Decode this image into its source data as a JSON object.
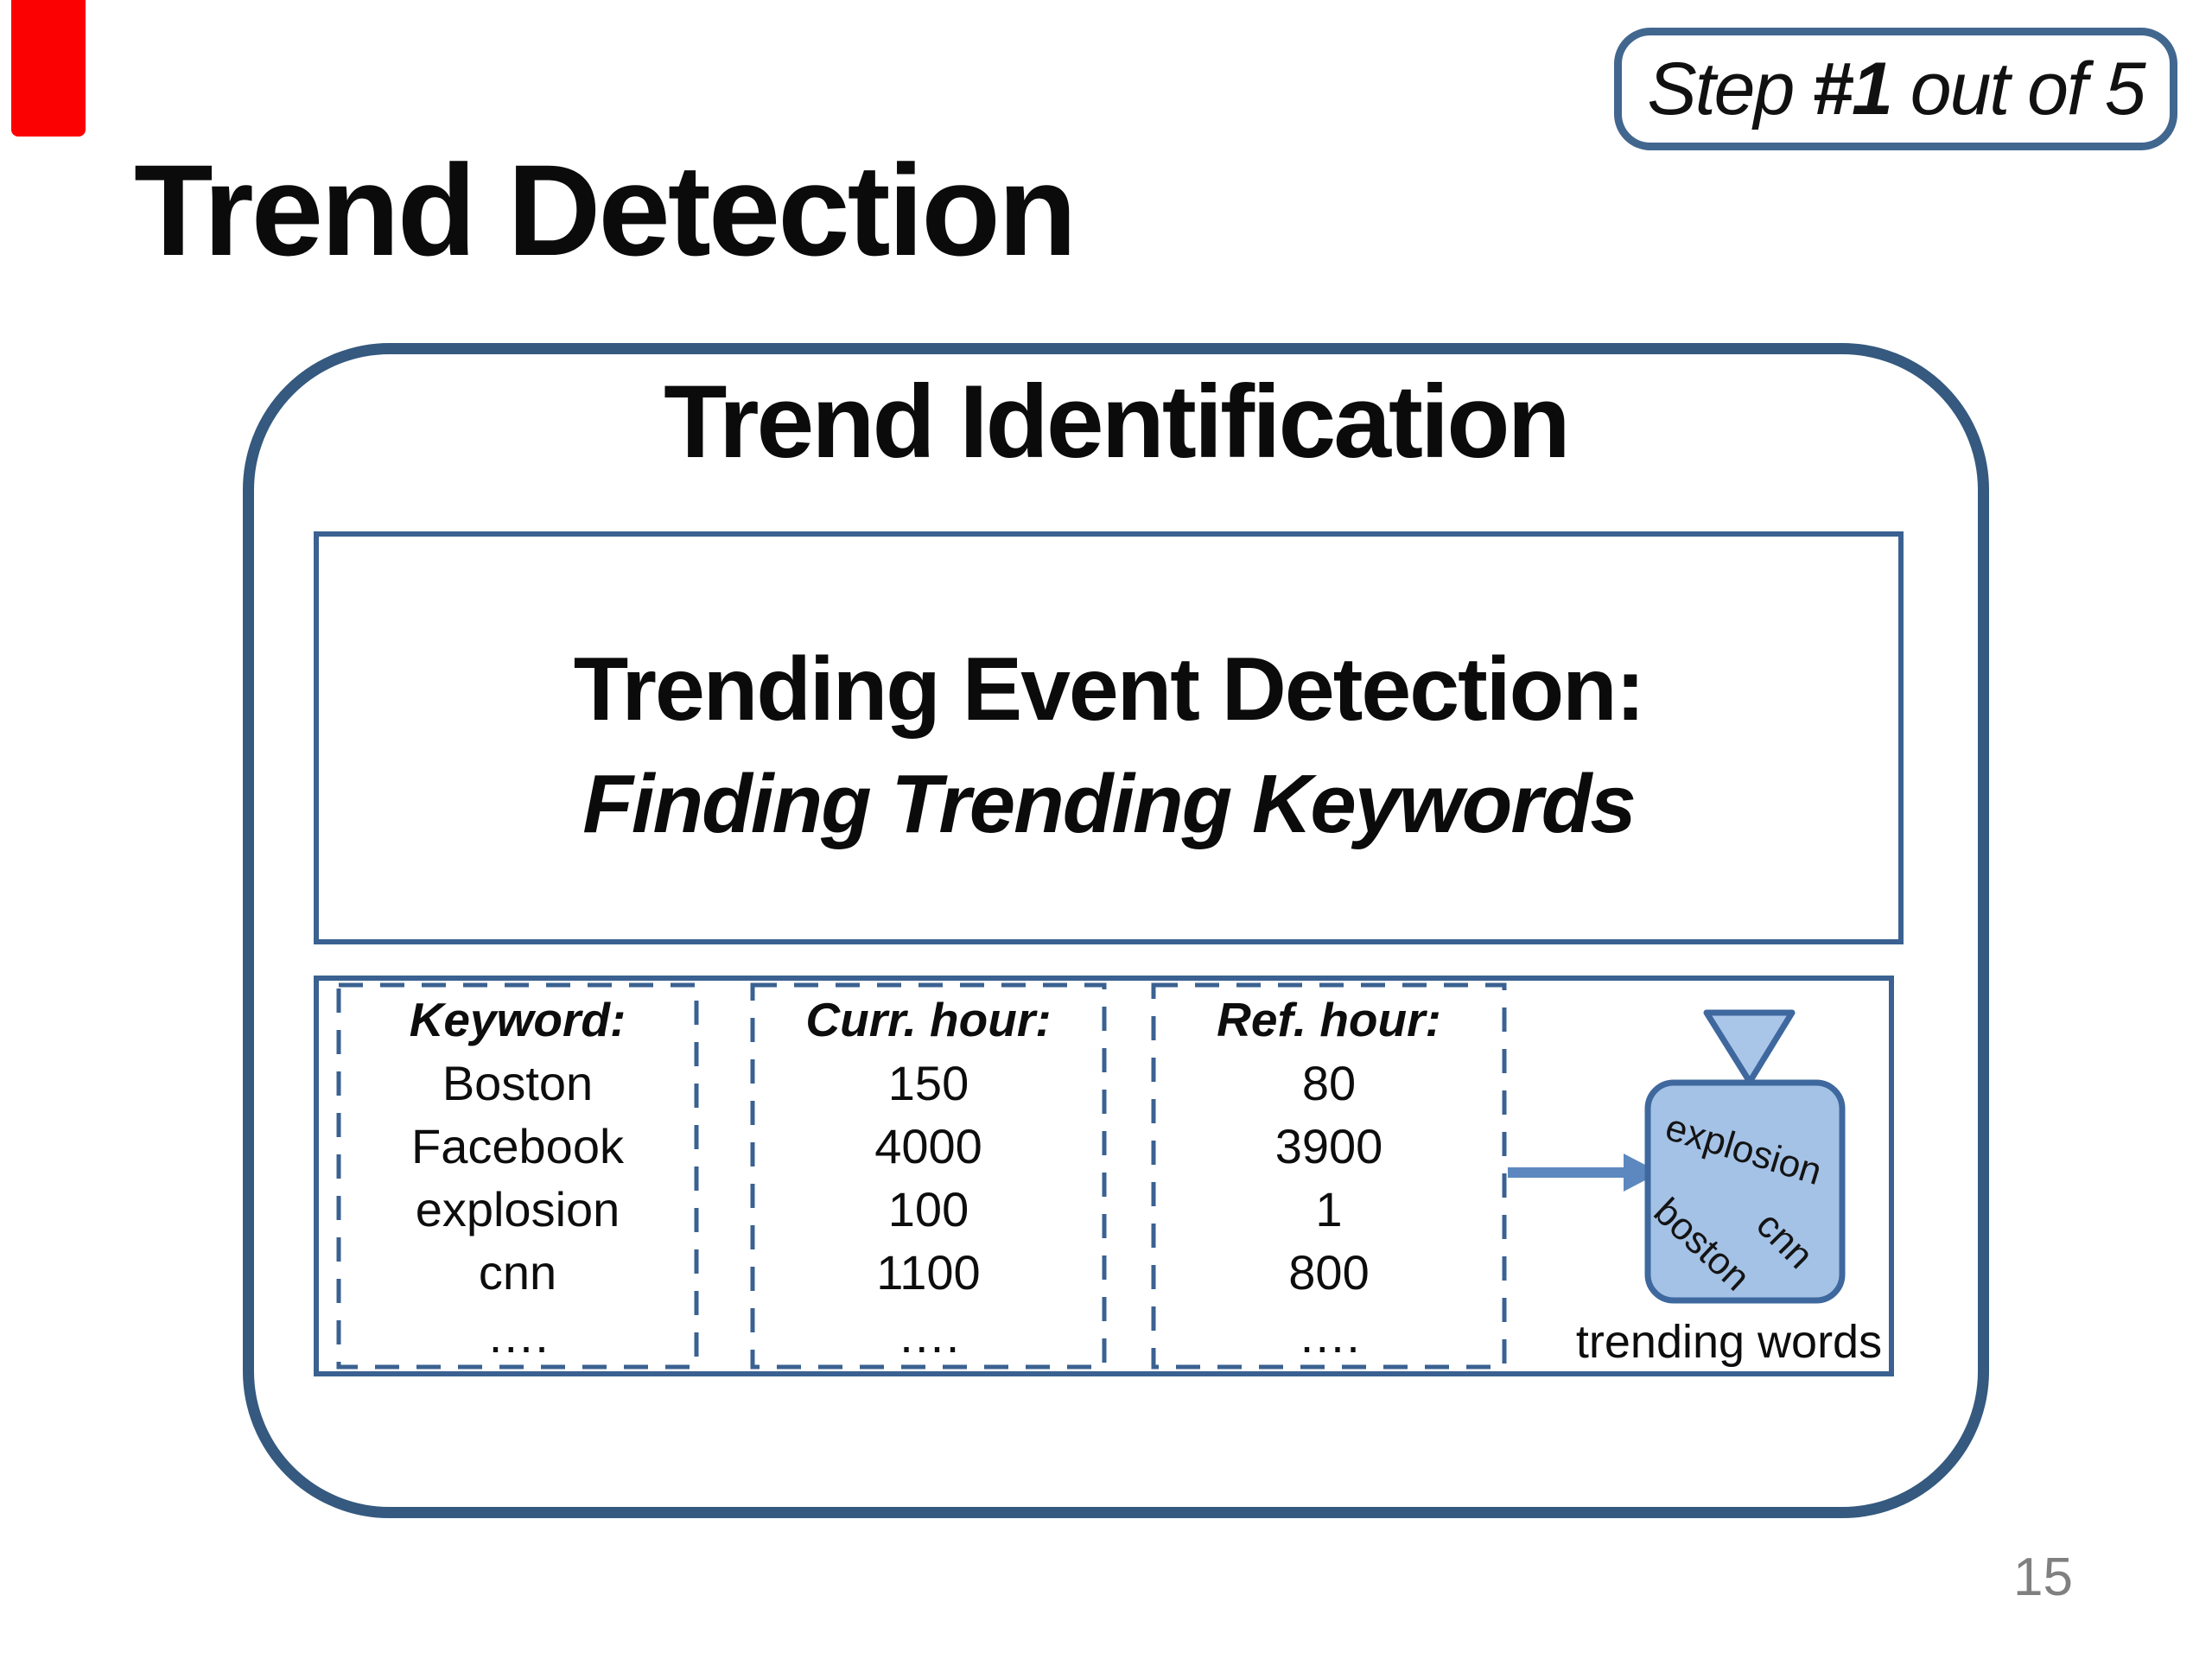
{
  "slide": {
    "title": "Trend Detection",
    "page_number": "15",
    "step_badge": {
      "prefix": "Step ",
      "number": "#1",
      "suffix": " out of 5"
    }
  },
  "container": {
    "heading": "Trend Identification",
    "detection_box": {
      "line1": "Trending Event Detection:",
      "line2": "Finding Trending Keywords"
    }
  },
  "table": {
    "columns": [
      {
        "header": "Keyword:",
        "values": [
          "Boston",
          "Facebook",
          "explosion",
          "cnn",
          "…."
        ]
      },
      {
        "header": "Curr. hour:",
        "values": [
          "150",
          "4000",
          "100",
          "1100",
          "…."
        ]
      },
      {
        "header": "Ref. hour:",
        "values": [
          "80",
          "3900",
          "1",
          "800",
          "…."
        ]
      }
    ],
    "output": {
      "bag_words": {
        "word1": "explosion",
        "word2": "boston",
        "word3": "cnn"
      },
      "caption": "trending words"
    }
  },
  "icons": {
    "funnel": "funnel-icon",
    "arrow": "right-arrow-icon"
  },
  "colors": {
    "accent_blue": "#3a6191",
    "container_border": "#35597f",
    "bag_fill": "#a4c2e6",
    "bag_border": "#3e689e",
    "arrow_blue": "#5c88bf",
    "red_marker": "#fb0102",
    "page_number_gray": "#808080"
  }
}
